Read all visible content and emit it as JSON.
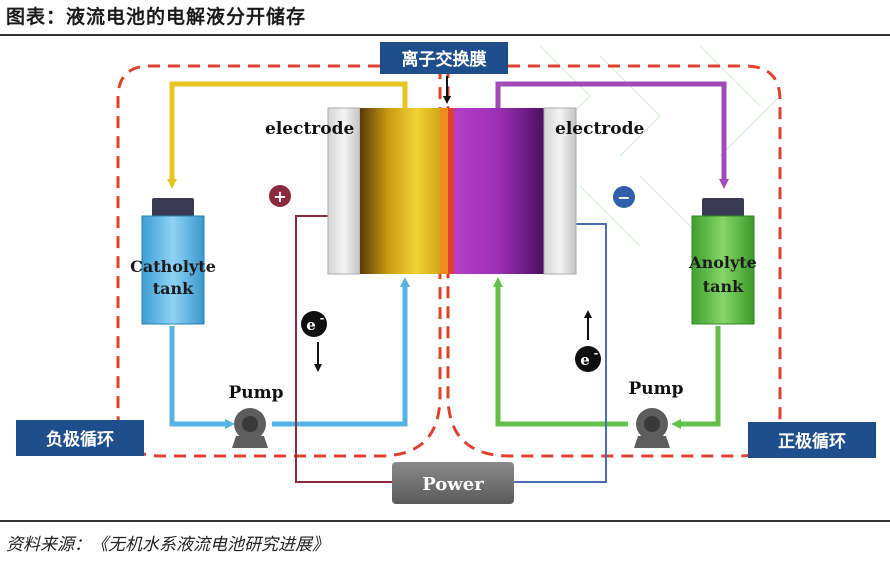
{
  "title": "图表：液流电池的电解液分开储存",
  "source": "资料来源：《无机水系液流电池研究进展》",
  "labels": {
    "membrane": "离子交换膜",
    "electrode_left": "electrode",
    "electrode_right": "electrode",
    "catholyte": [
      "Catholyte",
      "tank"
    ],
    "anolyte": [
      "Anolyte",
      "tank"
    ],
    "pump_left": "Pump",
    "pump_right": "Pump",
    "power": "Power",
    "neg_cycle": "负极循环",
    "pos_cycle": "正极循环",
    "plus_sign": "+",
    "minus_sign": "−",
    "electron_left": "e",
    "electron_right": "e",
    "electron_sup": "-"
  },
  "colors": {
    "yellow_flow": "#e7c521",
    "purple_flow": "#a24bb8",
    "blue_flow": "#55b4e6",
    "green_flow": "#63c14a",
    "dashed_loop": "#e0412f",
    "label_box": "#1f4e8c",
    "power_box": "#6e6e6e",
    "wire_left": "#8b2a3c",
    "wire_right": "#4b6fb3"
  }
}
